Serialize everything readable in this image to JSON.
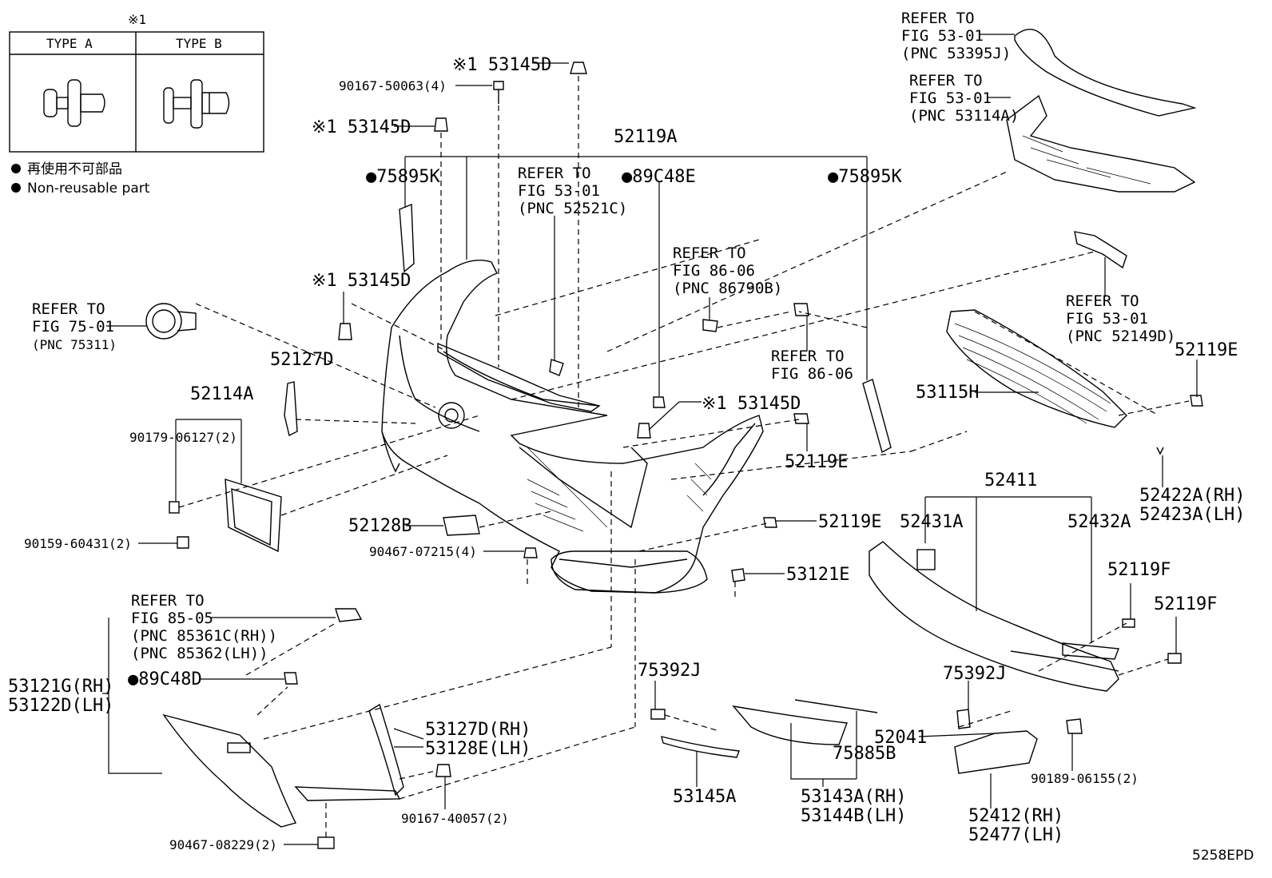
{
  "legend": {
    "mark": "※1",
    "type_a": "TYPE A",
    "type_b": "TYPE B",
    "note_jp": "再使用不可部品",
    "note_en": "Non-reusable part"
  },
  "labels": {
    "p53145d_top": "※1 53145D",
    "p53145d_mid": "※1 53145D",
    "p53145d_left": "※1 53145D",
    "p53145d_center": "※1 53145D",
    "p90167_50063": "90167-50063(4)",
    "p52119a": "52119A",
    "p75895k_l": "●75895K",
    "p75895k_r": "●75895K",
    "p89c48e": "●89C48E",
    "ref_52521c": [
      "REFER TO",
      "FIG 53-01",
      "(PNC 52521C)"
    ],
    "ref_86790b": [
      "REFER TO",
      "FIG 86-06",
      "(PNC 86790B)"
    ],
    "ref_86_06": [
      "REFER TO",
      "FIG 86-06"
    ],
    "ref_75311": [
      "REFER TO",
      "FIG 75-01",
      "(PNC 75311)"
    ],
    "ref_53395j": [
      "REFER TO",
      "FIG 53-01",
      "(PNC 53395J)"
    ],
    "ref_53114a": [
      "REFER TO",
      "FIG 53-01",
      "(PNC 53114A)"
    ],
    "ref_52149d": [
      "REFER TO",
      "FIG 53-01",
      "(PNC 52149D)"
    ],
    "ref_85_05": [
      "REFER TO",
      "FIG 85-05",
      "(PNC 85361C(RH))",
      "(PNC 85362(LH))"
    ],
    "p52127d": "52127D",
    "p52114a": "52114A",
    "p90179": "90179-06127(2)",
    "p90159": "90159-60431(2)",
    "p52128b": "52128B",
    "p90467_07215": "90467-07215(4)",
    "p52119e_1": "52119E",
    "p52119e_2": "52119E",
    "p52119e_3": "52119E",
    "p53115h": "53115H",
    "p52422a": "52422A(RH)",
    "p52423a": "52423A(LH)",
    "p52411": "52411",
    "p52431a": "52431A",
    "p52432a": "52432A",
    "p52119f_1": "52119F",
    "p52119f_2": "52119F",
    "p53121e": "53121E",
    "p53121g": "53121G(RH)",
    "p53122d": "53122D(LH)",
    "p89c48d": "●89C48D",
    "p53127d": "53127D(RH)",
    "p53128e": "53128E(LH)",
    "p90167_40057": "90167-40057(2)",
    "p90467_08229": "90467-08229(2)",
    "p75392j_1": "75392J",
    "p75392j_2": "75392J",
    "p53145a": "53145A",
    "p75885b": "75885B",
    "p53143a": "53143A(RH)",
    "p53144b": "53144B(LH)",
    "p52041": "52041",
    "p90189": "90189-06155(2)",
    "p52412": "52412(RH)",
    "p52477": "52477(LH)",
    "figure_code": "5258EPD"
  }
}
